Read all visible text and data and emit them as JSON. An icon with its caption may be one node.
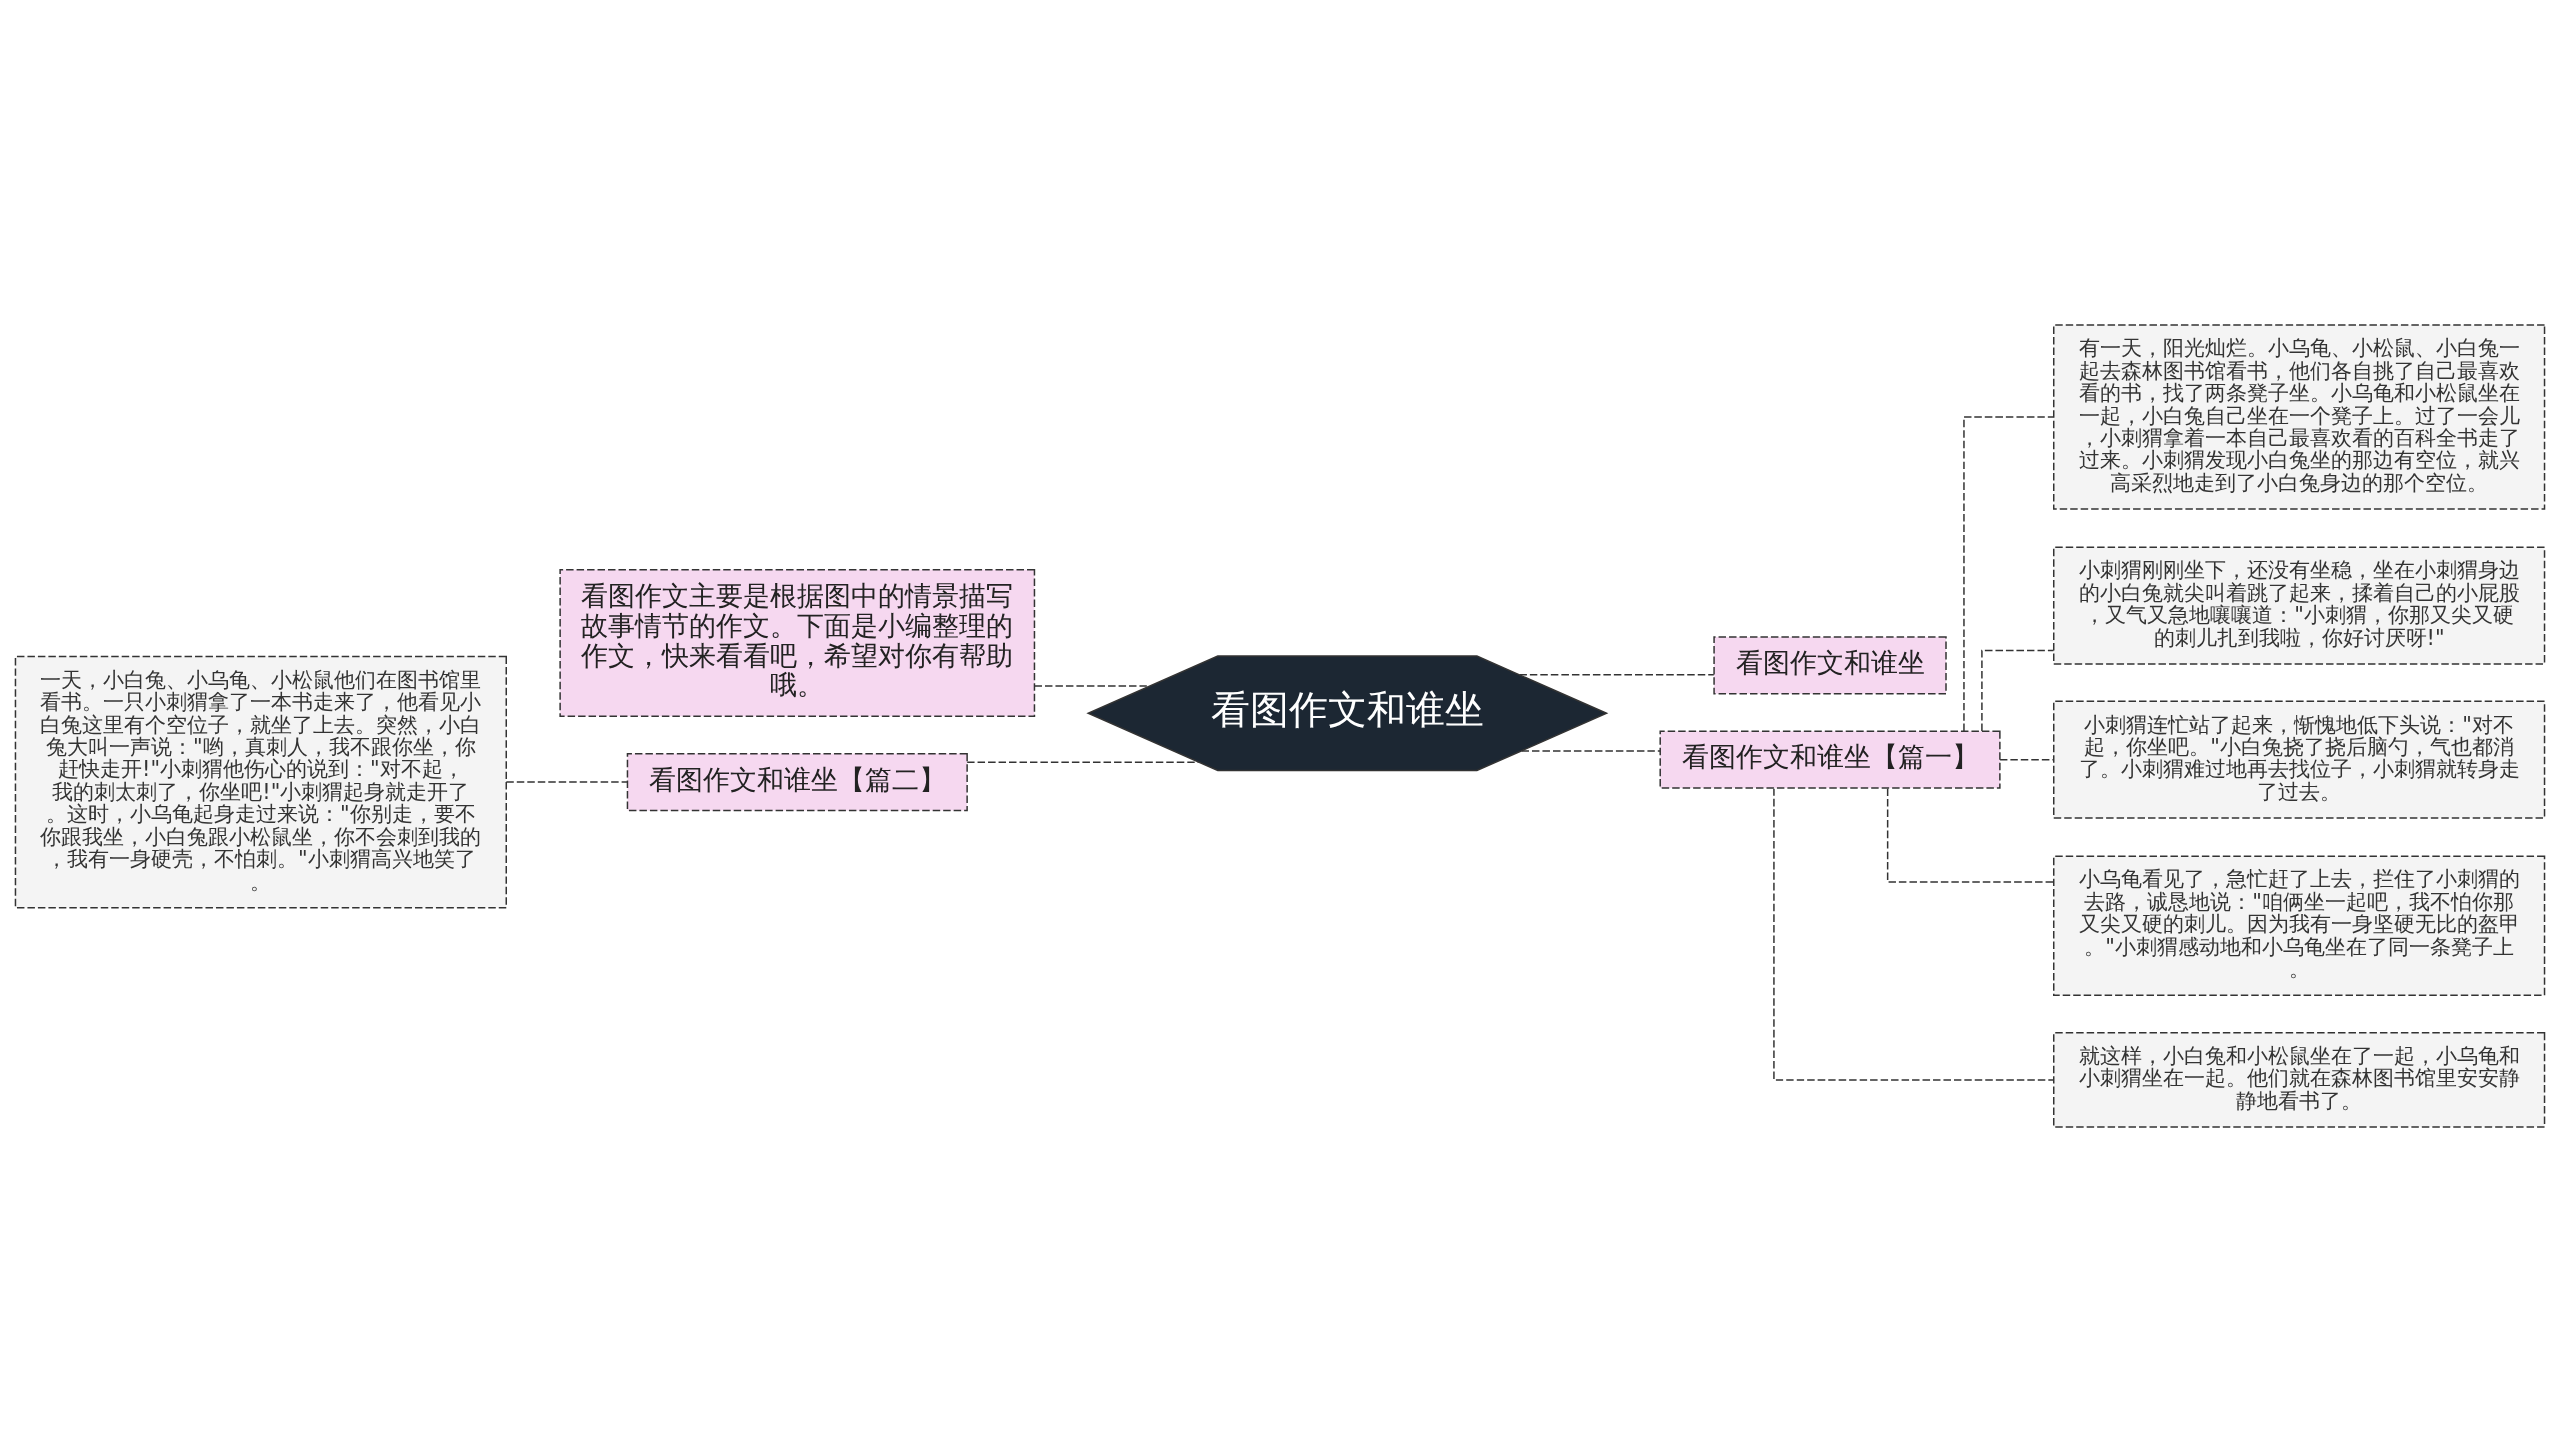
{
  "diagram": {
    "nodes": [
      {
        "text": [
          "看图作文和谁坐"
        ]
      },
      {
        "text": [
          "看图作文和谁坐"
        ]
      },
      {
        "text": [
          "看图作文主要是根据图中的情景描写故事情节的作文。下面是小编整理的作文，快来看看吧，希望对你有帮助哦。"
        ]
      },
      {
        "text": [
          "看图作文和谁坐【篇二】"
        ]
      },
      {
        "text": [
          "一天，小白兔、小乌龟、小松鼠他们在图书馆里看书。一只小刺猬拿了一本书走来了，他看见小白兔这里有个空位子，就坐了上去。突然，小白兔大叫一声说：\"哟，真刺人，我不跟你坐，你赶快走开!\"小刺猬他伤心的说到：\"对不起，我的刺太刺了，你坐吧!\"小刺猬起身就走开了。这时，小乌龟起身走过来说：\"你别走，要不你跟我坐，小白兔跟小松鼠坐，你不会刺到我的，我有一身硬壳，不怕刺。\"小刺猬高兴地笑了。"
        ]
      },
      {
        "text": [
          "看图作文和谁坐【篇一】"
        ]
      },
      {
        "text": [
          "有一天，阳光灿烂。小乌龟、小松鼠、小白兔一起去森林图书馆看书，他们各自挑了自己最喜欢看的书，找了两条凳子坐。小乌龟和小松鼠坐在一起，小白兔自己坐在一个凳子上。过了一会儿，小刺猬拿着一本自己最喜欢看的百科全书走了过来。小刺猬发现小白兔坐的那边有空位，就兴高采烈地走到了小白兔身边的那个空位。"
        ]
      },
      {
        "text": [
          "小刺猬刚刚坐下，还没有坐稳，坐在小刺猬身边的小白兔就尖叫着跳了起来，揉着自己的小屁股，又气又急地嚷嚷道：\"小刺猬，你那又尖又硬的刺儿扎到我啦，你好讨厌呀!\""
        ]
      },
      {
        "text": [
          "小刺猬连忙站了起来，惭愧地低下头说：\"对不起，你坐吧。\"小白兔挠了挠后脑勺，气也都消了。小刺猬难过地再去找位子，小刺猬就转身走了过去。"
        ]
      },
      {
        "text": [
          "小乌龟看见了，急忙赶了上去，拦住了小刺猬的去路，诚恳地说：\"咱俩坐一起吧，我不怕你那又尖又硬的刺儿。因为我有一身坚硬无比的盔甲。\"小刺猬感动地和小乌龟坐在了同一条凳子上。"
        ]
      },
      {
        "text": [
          "就这样，小白兔和小松鼠坐在了一起，小乌龟和小刺猬坐在一起。他们就在森林图书馆里安安静静地看书了。"
        ]
      }
    ],
    "edges": [
      {
        "from": 0,
        "to": 1,
        "arrow": "none",
        "style": "dashed"
      },
      {
        "from": 0,
        "to": 2,
        "arrow": "none",
        "style": "dashed"
      },
      {
        "from": 0,
        "to": 3,
        "arrow": "none",
        "style": "dashed"
      },
      {
        "from": 3,
        "to": 4,
        "arrow": "none",
        "style": "dashed"
      },
      {
        "from": 0,
        "to": 5,
        "arrow": "none",
        "style": "dashed"
      },
      {
        "from": 5,
        "to": 6,
        "arrow": "none",
        "style": "dashed"
      },
      {
        "from": 5,
        "to": 7,
        "arrow": "none",
        "style": "dashed"
      },
      {
        "from": 5,
        "to": 8,
        "arrow": "none",
        "style": "dashed"
      },
      {
        "from": 5,
        "to": 9,
        "arrow": "none",
        "style": "dashed"
      },
      {
        "from": 5,
        "to": 10,
        "arrow": "none",
        "style": "dashed"
      }
    ]
  }
}
